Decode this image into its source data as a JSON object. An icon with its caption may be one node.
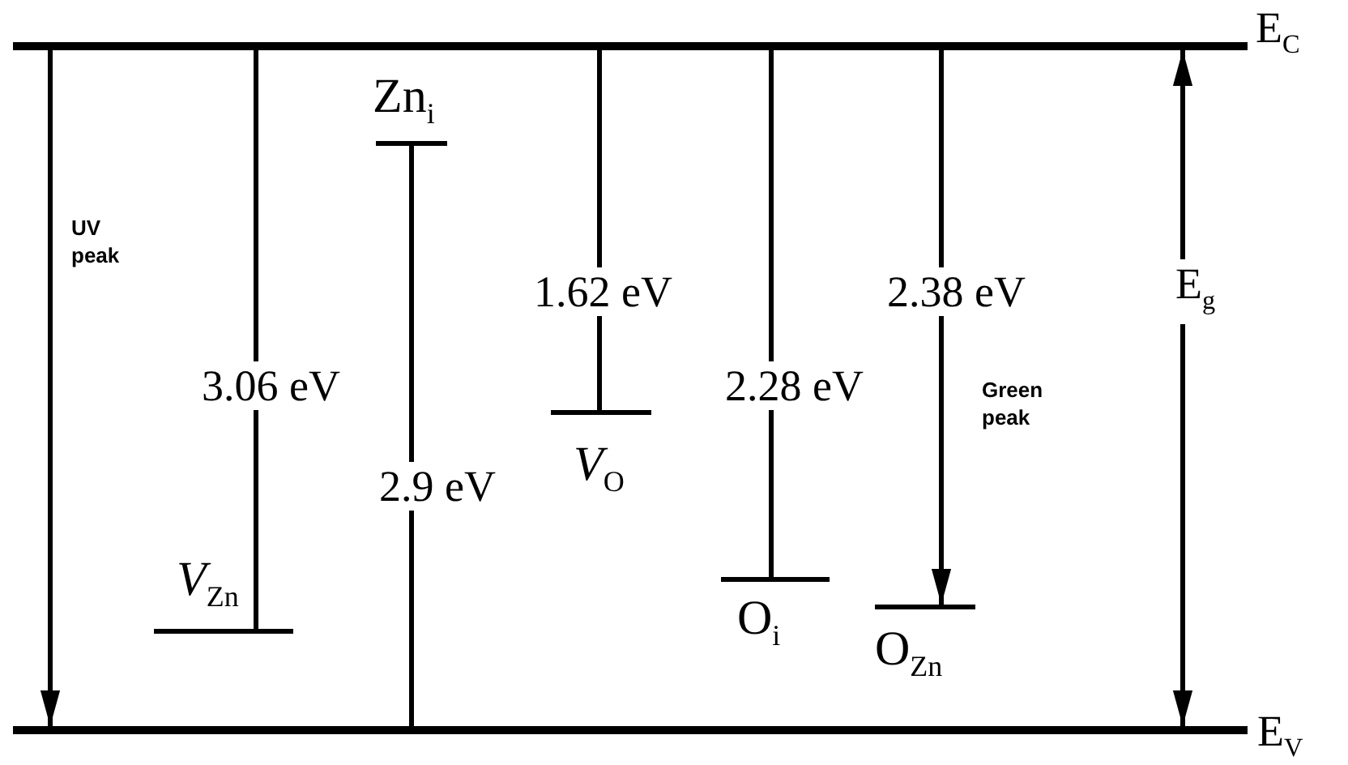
{
  "diagram": {
    "nodes": [
      {
        "text": [
          "E$_{C}$"
        ]
      },
      {
        "text": [
          "E$_{V}$"
        ]
      },
      {
        "text": [
          "Zn$_{i}$"
        ]
      },
      {
        "text": [
          "*V*$_{Zn}$"
        ]
      },
      {
        "text": [
          "*V*$_{O}$"
        ]
      },
      {
        "text": [
          "O$_{i}$"
        ]
      },
      {
        "text": [
          "O$_{Zn}$"
        ]
      }
    ],
    "edges": [
      {
        "from": 0,
        "to": 1,
        "arrow": "to",
        "label": "UV peak"
      },
      {
        "from": 0,
        "to": 3,
        "arrow": "none",
        "label": "3.06 eV"
      },
      {
        "from": 2,
        "to": 1,
        "arrow": "none",
        "label": "2.9 eV"
      },
      {
        "from": 0,
        "to": 4,
        "arrow": "none",
        "label": "1.62 eV"
      },
      {
        "from": 0,
        "to": 5,
        "arrow": "none",
        "label": "2.28 eV"
      },
      {
        "from": 0,
        "to": 6,
        "arrow": "to",
        "label": "2.38 eV"
      },
      {
        "from": 0,
        "to": 1,
        "arrow": "both",
        "label": "E$_{g}$"
      }
    ],
    "labels": [
      "Green peak"
    ]
  }
}
